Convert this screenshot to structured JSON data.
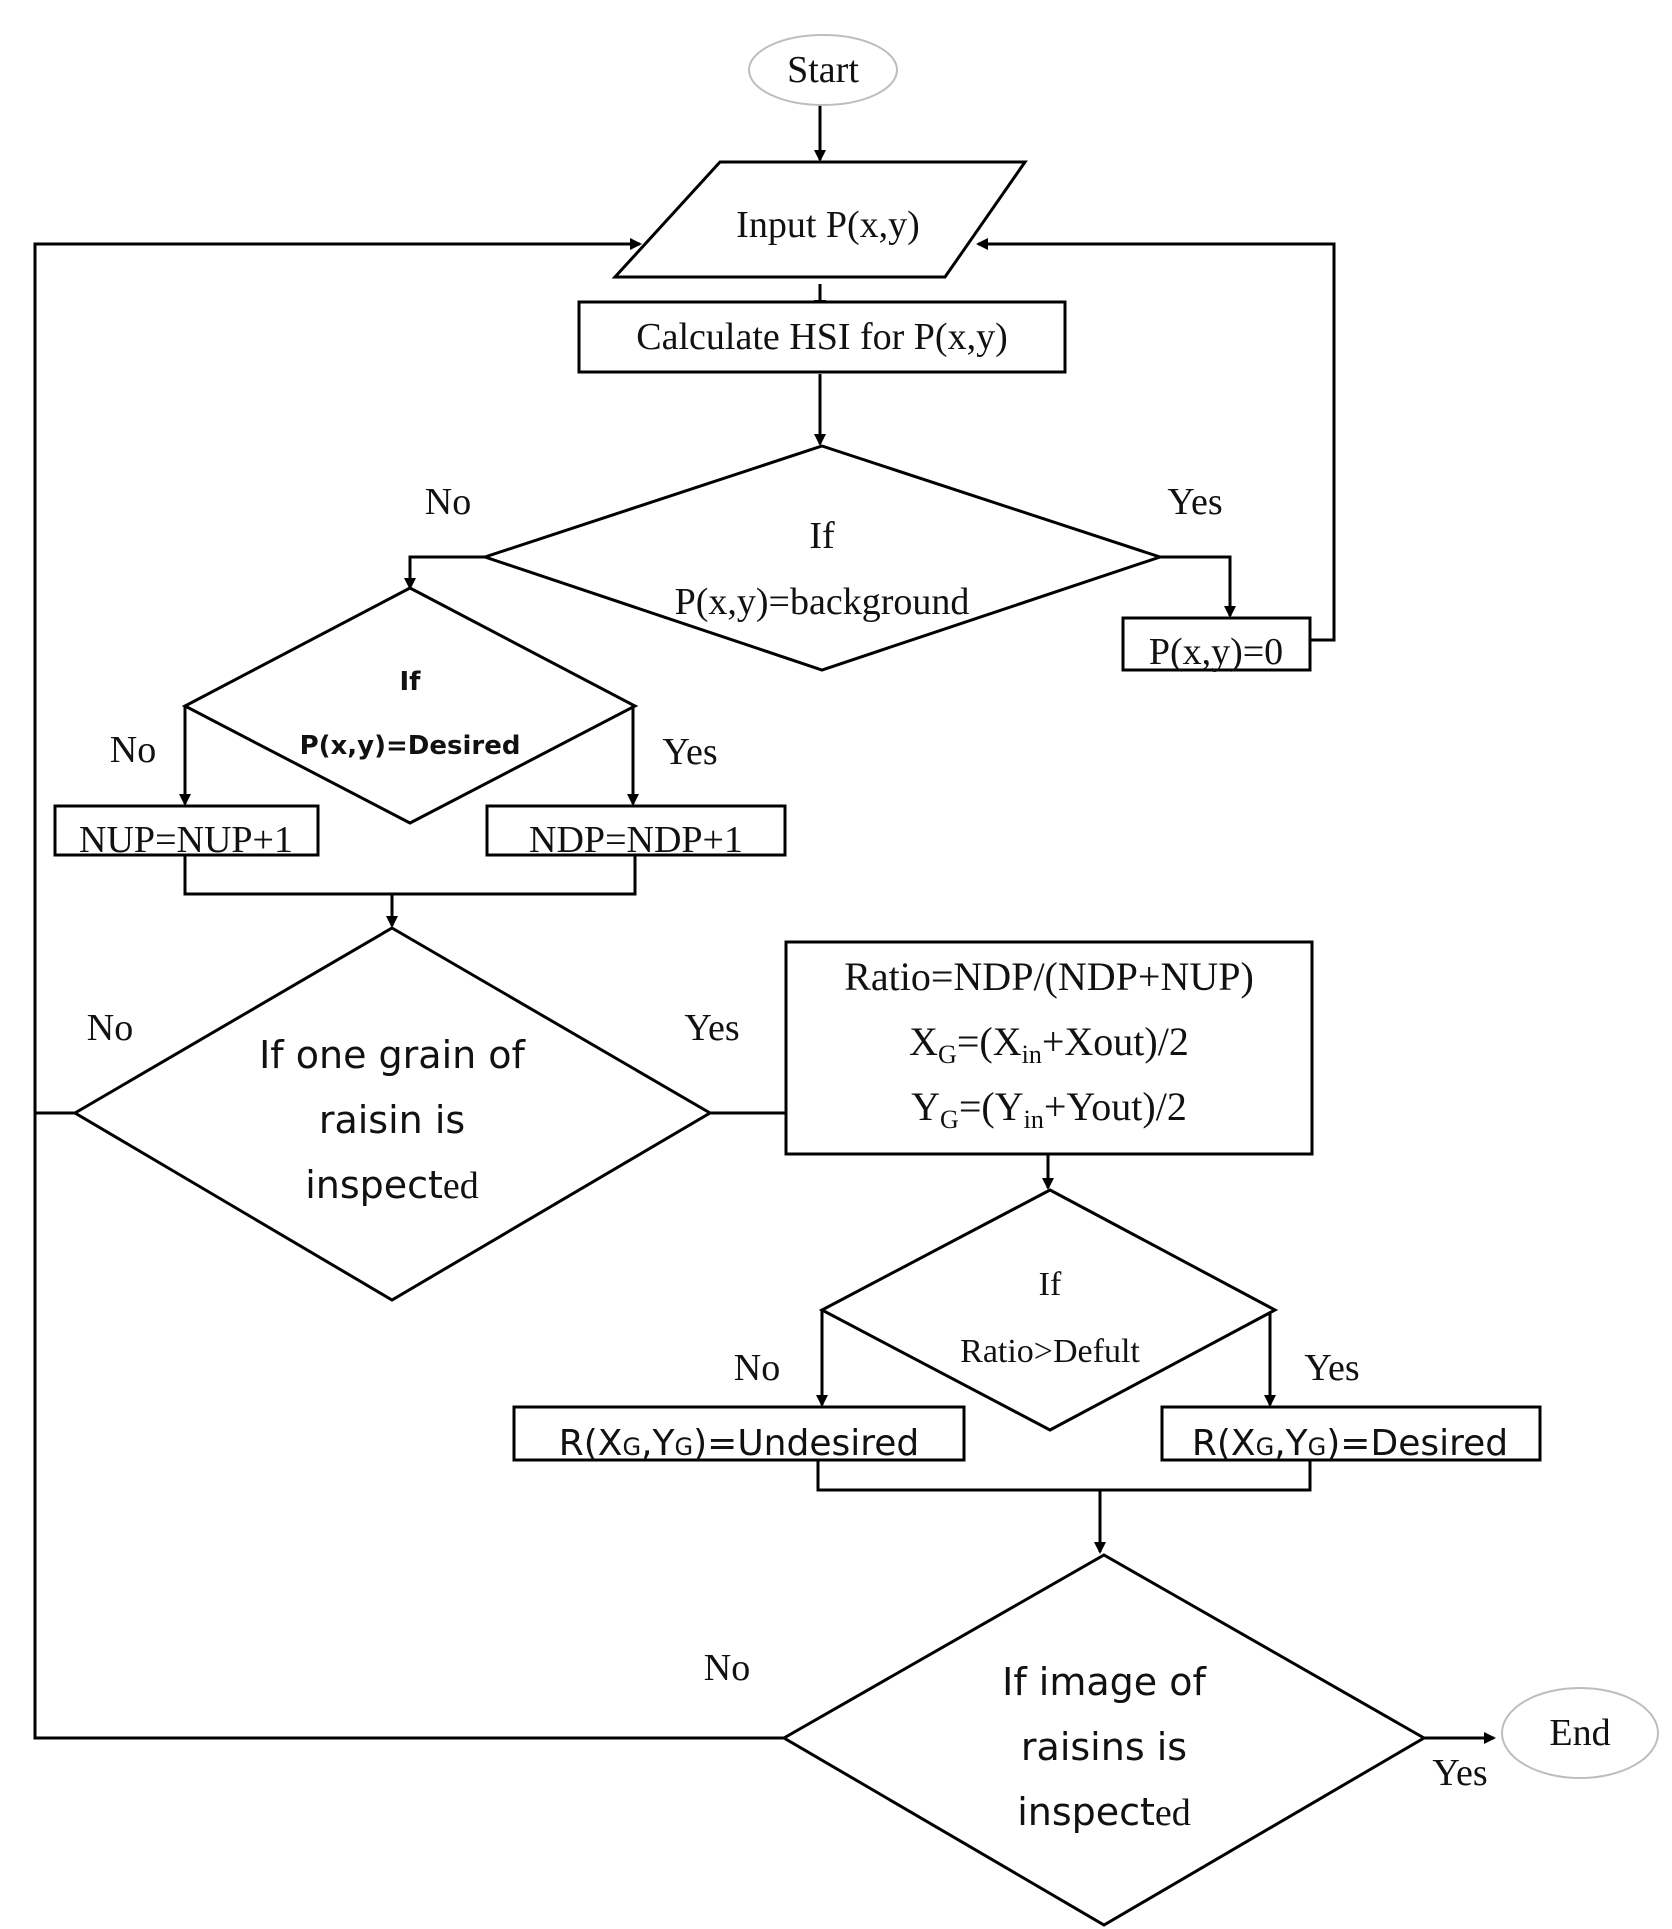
{
  "terminals": {
    "start": "Start",
    "end": "End"
  },
  "steps": {
    "input": "Input P(x,y)",
    "calc_hsi": "Calculate HSI for P(x,y)",
    "set_zero": "P(x,y)=0",
    "nup": "NUP=NUP+1",
    "ndp": "NDP=NDP+1",
    "ratio": {
      "line1": "Ratio=NDP/(NDP+NUP)",
      "xg": {
        "base": "X",
        "sub": "G",
        "mid": "=(X",
        "sub2": "in",
        "tail": "+Xout)/2"
      },
      "yg": {
        "base": "Y",
        "sub": "G",
        "mid": "=(Y",
        "sub2": "in",
        "tail": "+Yout)/2"
      }
    },
    "undesired": {
      "pre": "R(X",
      "sub1": "G",
      "mid": ",Y",
      "sub2": "G",
      "post": ")=Undesired"
    },
    "desired": {
      "pre": "R(X",
      "sub1": "G",
      "mid": ",Y",
      "sub2": "G",
      "post": ")=Desired"
    }
  },
  "decisions": {
    "background": {
      "line1": "If",
      "line2": "P(x,y)=background"
    },
    "desired_pixel": {
      "line1": "If",
      "line2": "P(x,y)=Desired"
    },
    "grain": {
      "line1": "If one grain of",
      "line2": "raisin is",
      "line3": "inspect",
      "line3_tail": "ed"
    },
    "ratio": {
      "line1": "If",
      "line2": "Ratio>Defult"
    },
    "image": {
      "line1": "If image of",
      "line2": "raisins is",
      "line3": "inspect",
      "line3_tail": "ed"
    }
  },
  "branch_labels": {
    "background_no": "No",
    "background_yes": "Yes",
    "desired_no": "No",
    "desired_yes": "Yes",
    "grain_no": "No",
    "grain_yes": "Yes",
    "ratio_no": "No",
    "ratio_yes": "Yes",
    "image_no": "No",
    "image_yes": "Yes"
  }
}
